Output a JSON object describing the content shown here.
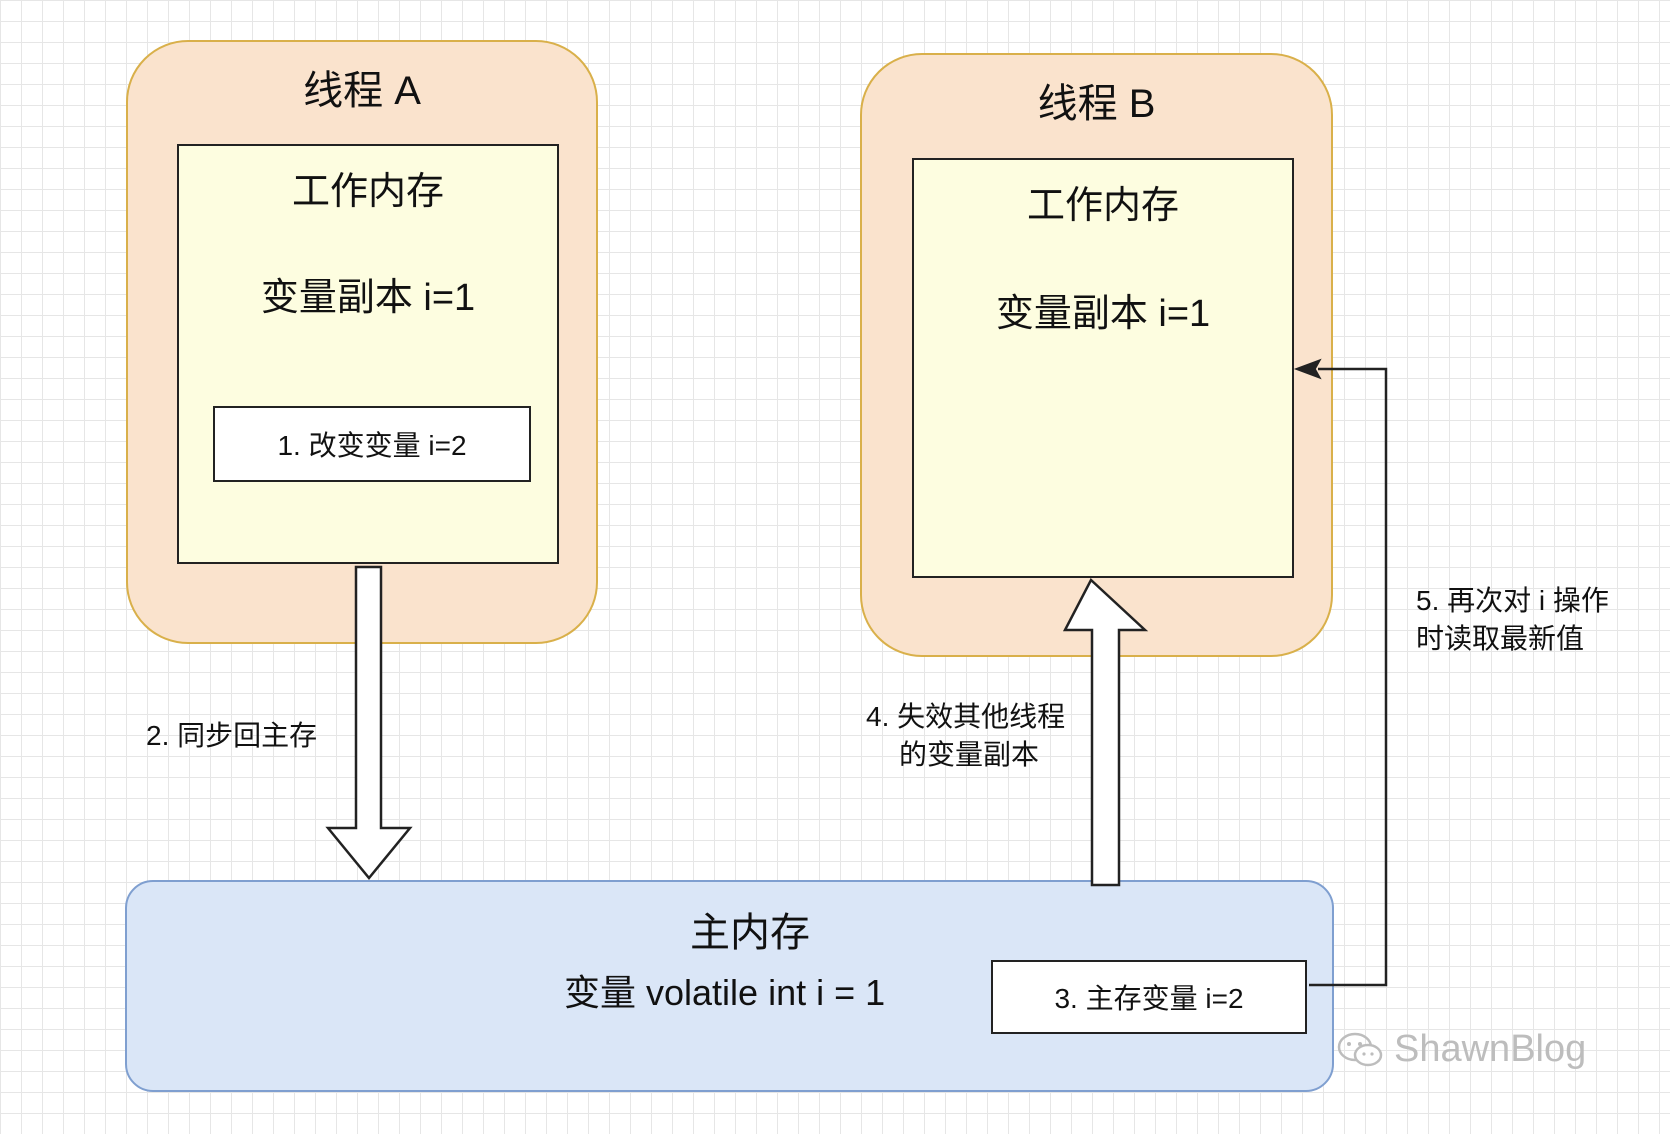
{
  "thread_a": {
    "title": "线程 A",
    "work_memory_title": "工作内存",
    "variable_copy": "变量副本 i=1",
    "step1": "1. 改变变量 i=2"
  },
  "thread_b": {
    "title": "线程 B",
    "work_memory_title": "工作内存",
    "variable_copy": "变量副本 i=1"
  },
  "main_memory": {
    "title": "主内存",
    "variable": "变量 volatile int i = 1",
    "step3": "3. 主存变量 i=2"
  },
  "arrows": {
    "step2": "2. 同步回主存",
    "step4_line1": "4. 失效其他线程",
    "step4_line2": "的变量副本",
    "step5_line1": "5. 再次对 i 操作",
    "step5_line2": "时读取最新值"
  },
  "watermark": {
    "text": "ShawnBlog",
    "icon": "wechat-icon"
  },
  "colors": {
    "thread_fill": "#fae3cd",
    "thread_border": "#d9b04a",
    "work_memory_fill": "#fdfde0",
    "main_memory_fill": "#dae6f7",
    "main_memory_border": "#7f9fd0"
  }
}
